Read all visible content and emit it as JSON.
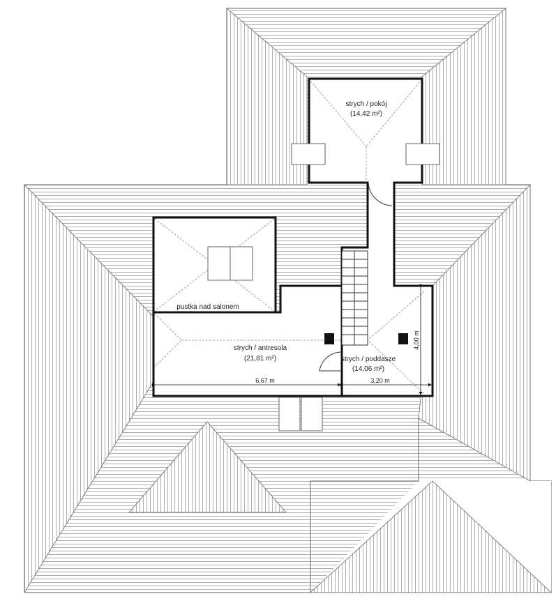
{
  "rooms": [
    {
      "name": "strych / pokój",
      "area": "(14,42 m²)"
    },
    {
      "name": "pustka nad salonem"
    },
    {
      "name": "strych / antresola",
      "area": "(21,81 m²)"
    },
    {
      "name": "strych / poddasze",
      "area": "(14,06 m²)"
    }
  ],
  "dimensions": {
    "width_left": "6,67 m",
    "width_right": "3,20 m",
    "height_right": "4,00 m"
  },
  "colors": {
    "wall": "#111111",
    "hatch": "#9a9a9a",
    "background": "#ffffff"
  }
}
